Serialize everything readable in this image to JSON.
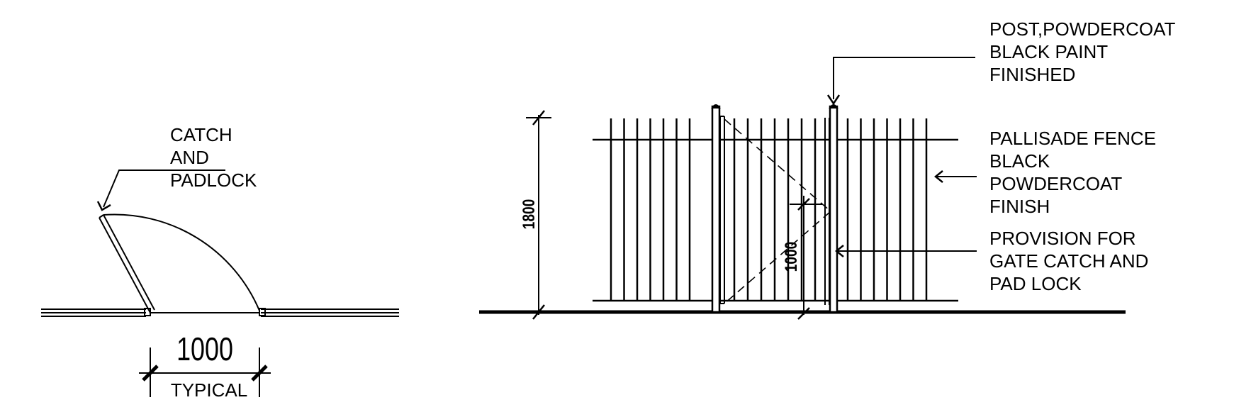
{
  "plan_view": {
    "callout_catch": [
      "CATCH",
      "AND",
      "PADLOCK"
    ],
    "dimension_value": "1000",
    "dimension_note": "TYPICAL"
  },
  "elevation": {
    "callout_post": [
      "POST,POWDERCOAT",
      "BLACK PAINT",
      "FINISHED"
    ],
    "callout_fence": [
      "PALLISADE FENCE",
      "BLACK",
      "POWDERCOAT",
      "FINISH"
    ],
    "callout_provision": [
      "PROVISION FOR",
      "GATE CATCH AND",
      "PAD LOCK"
    ],
    "height_dimension": "1800",
    "gate_catch_height": "1000"
  }
}
